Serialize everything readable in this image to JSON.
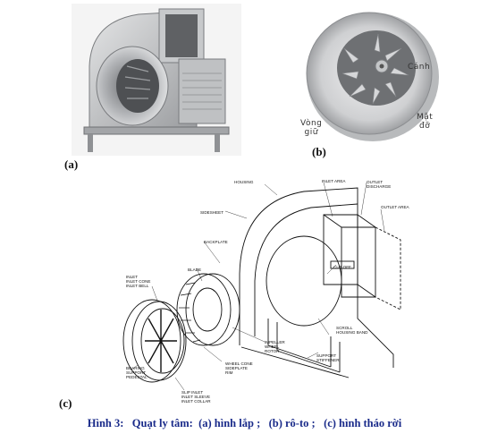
{
  "panels": {
    "a": {
      "tag": "(a)"
    },
    "b": {
      "tag": "(b)",
      "labels": {
        "blade": "Cánh",
        "ring": "Vòng\ngiữ",
        "disc": "Mặt\nđỡ"
      }
    },
    "c": {
      "tag": "(c)"
    }
  },
  "parts": {
    "housing": "HOUSING",
    "inlet_area": "INLET AREA",
    "outlet_discharge": "OUTLET\nDISCHARGE",
    "outlet_area": "OUTLET AREA",
    "sidesheet": "SIDESHEET",
    "backplate": "BACKPLATE",
    "blade": "BLADE",
    "inlet_group": "INLET\nINLET CONE\nINLET BELL",
    "cutoff": "CUT OFF",
    "scroll": "SCROLL\nHOUSING BAND",
    "impeller": "IMPELLER\nWHEEL\nROTOR",
    "wheel_cone": "WHEEL CONE\nSIDEPLATE\nRIM",
    "support": "SUPPORT\nSTIFFENER",
    "bearing": "BEARING\nSUPPORT\nPEDESTAL",
    "spin_inlet": "SLIP INLET\nINLET SLEEVE\nINLET COLLAR"
  },
  "caption": {
    "prefix": "Hình 3:",
    "title": "Quạt ly tâm:",
    "a": "(a) hình lắp ;",
    "b": "(b) rô-to ;",
    "c": "(c) hình tháo rời"
  },
  "colors": {
    "caption": "#1a2b8a",
    "metal_light": "#d9dadb",
    "metal_mid": "#a9abae",
    "metal_dark": "#6d6f72"
  }
}
